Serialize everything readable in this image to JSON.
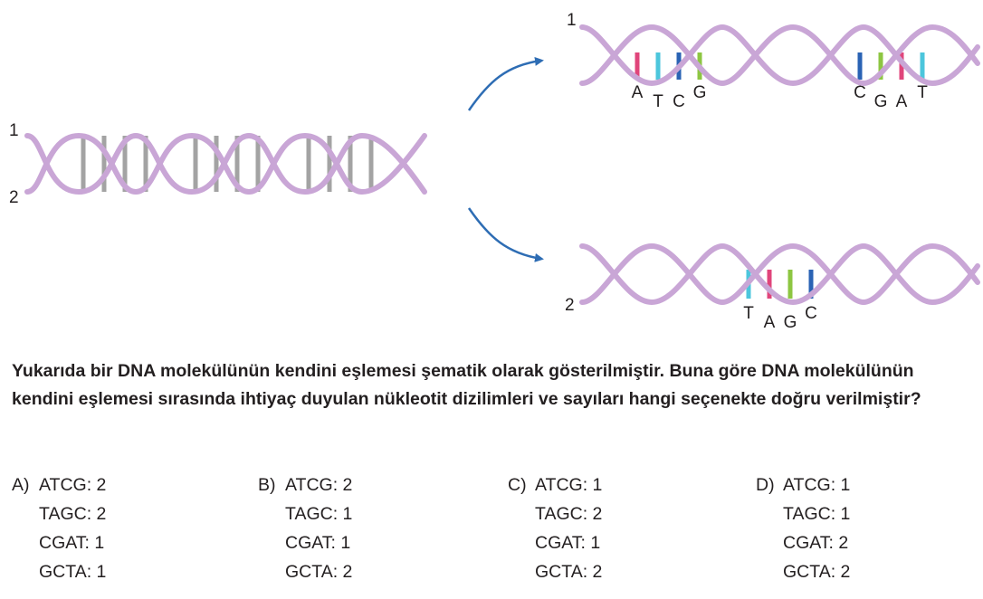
{
  "diagram": {
    "strand_labels": {
      "parent_top": "1",
      "parent_bottom": "2",
      "copy_one": "1",
      "copy_two": "2"
    },
    "colors": {
      "backbone": "#c9a6d6",
      "base_pair": "#a3a3a3",
      "arrow": "#2e6db4",
      "A": "#e0457b",
      "T": "#4cc6dc",
      "C": "#2a63b4",
      "G": "#8dc642"
    },
    "copy_one_groups": [
      {
        "bases": [
          "A",
          "T",
          "C",
          "G"
        ]
      },
      {
        "bases": [
          "C",
          "G",
          "A",
          "T"
        ]
      }
    ],
    "copy_two_group": {
      "bases": [
        "T",
        "A",
        "G",
        "C"
      ]
    }
  },
  "question": {
    "text": "Yukarıda bir DNA molekülünün kendini eşlemesi şematik olarak gösterilmiştir. Buna göre DNA molekülünün kendini eşlemesi sırasında ihtiyaç duyulan nükleotit dizilimleri ve sayıları hangi seçenekte doğru verilmiştir?"
  },
  "options": [
    {
      "letter": "A)",
      "lines": [
        "ATCG: 2",
        "TAGC: 2",
        "CGAT: 1",
        "GCTA: 1"
      ]
    },
    {
      "letter": "B)",
      "lines": [
        "ATCG: 2",
        "TAGC: 1",
        "CGAT: 1",
        "GCTA: 2"
      ]
    },
    {
      "letter": "C)",
      "lines": [
        "ATCG: 1",
        "TAGC: 2",
        "CGAT: 1",
        "GCTA: 2"
      ]
    },
    {
      "letter": "D)",
      "lines": [
        "ATCG: 1",
        "TAGC: 1",
        "CGAT: 2",
        "GCTA: 2"
      ]
    }
  ]
}
